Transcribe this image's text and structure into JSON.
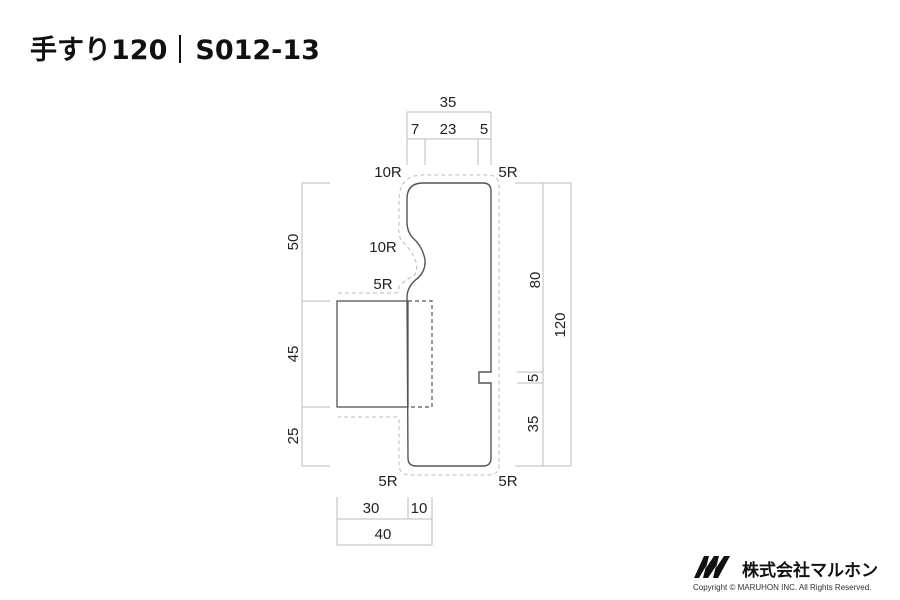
{
  "title": {
    "product": "手すり120",
    "code": "S012-13"
  },
  "dimensions": {
    "top_total": "35",
    "top_left": "7",
    "top_mid": "23",
    "top_right": "5",
    "left_upper": "50",
    "left_mid": "45",
    "left_lower": "25",
    "right_upper": "80",
    "right_total": "120",
    "right_notch": "5",
    "right_lower": "35",
    "bottom_left": "30",
    "bottom_right": "10",
    "bottom_total": "40"
  },
  "radii": {
    "top_left": "10R",
    "top_right": "5R",
    "bulge": "10R",
    "bulge_lower": "5R",
    "bottom_left": "5R",
    "bottom_right": "5R"
  },
  "logo": {
    "company": "株式会社マルホン",
    "copyright": "Copyright © MARUHON INC. All Rights Reserved."
  }
}
